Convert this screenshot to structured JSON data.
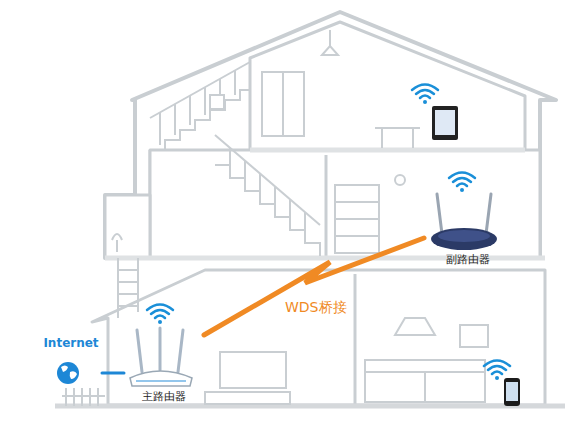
{
  "diagram": {
    "nodes": [
      {
        "text": [
          "Internet"
        ]
      },
      {
        "text": [
          "主路由器"
        ]
      },
      {
        "text": [
          "副路由器"
        ]
      }
    ],
    "edges": [
      {
        "from": 0,
        "to": 1,
        "arrow": "none"
      },
      {
        "from": 1,
        "to": 2,
        "label": "WDS桥接",
        "arrow": "none"
      }
    ]
  }
}
